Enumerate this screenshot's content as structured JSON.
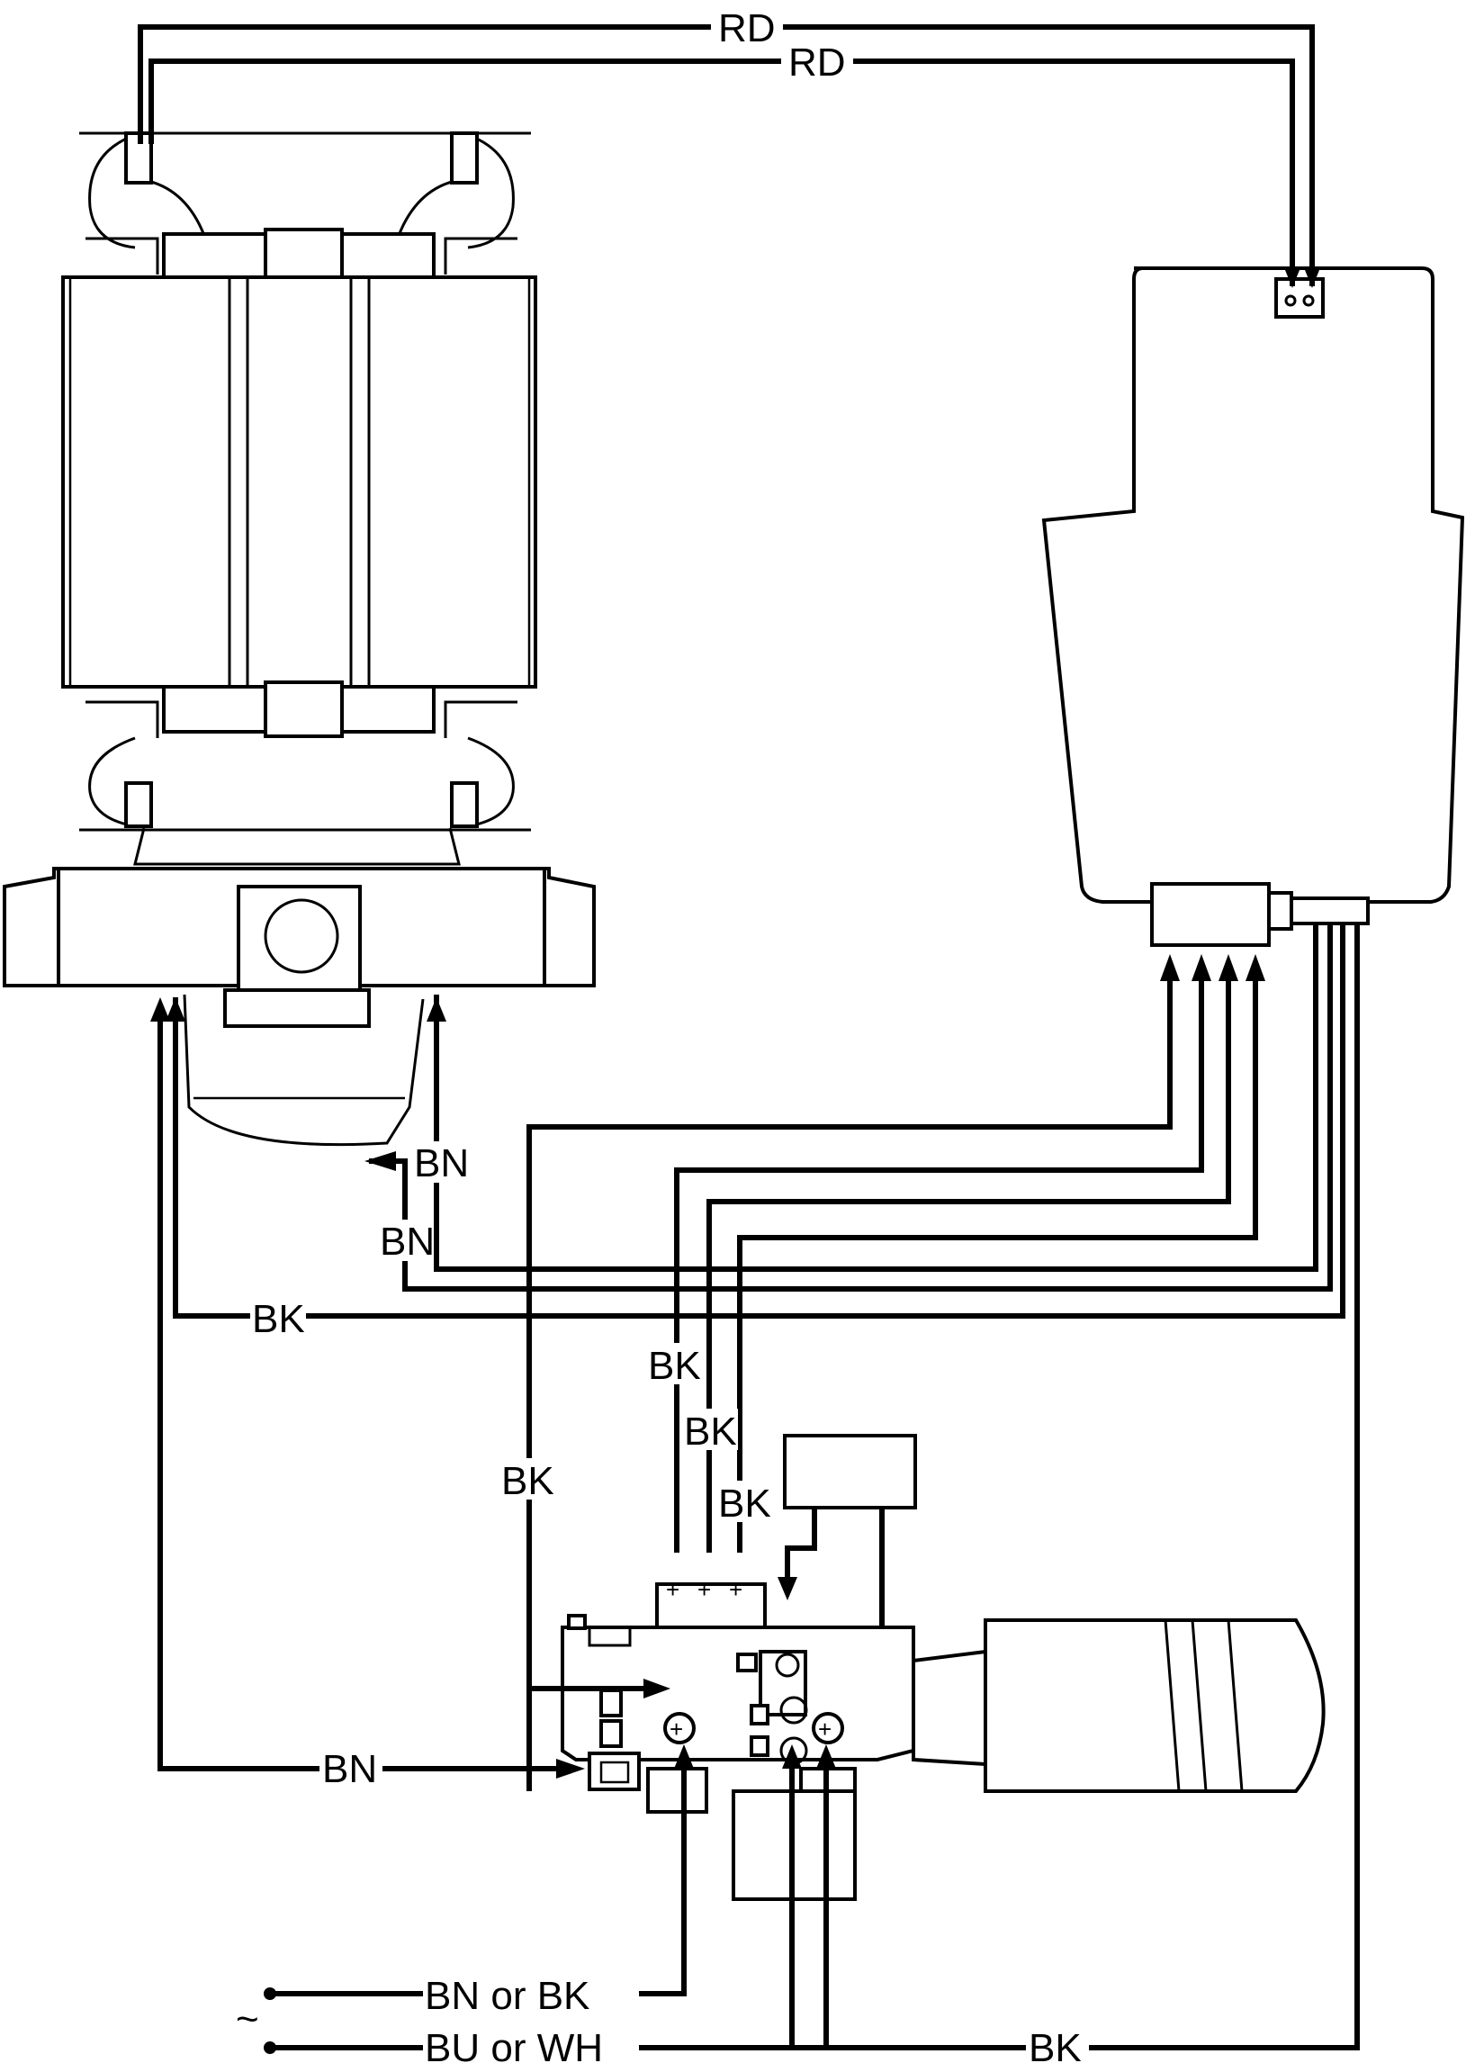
{
  "labels": {
    "rd_top": "RD",
    "rd_second": "RD",
    "bn_upper": "BN",
    "bn_lower": "BN",
    "bk_left": "BK",
    "bk_mid_1": "BK",
    "bk_mid_2": "BK",
    "bk_mid_3": "BK",
    "bk_vertical": "BK",
    "bn_bottom": "BN",
    "bk_bottom": "BK",
    "supply_1": "BN or BK",
    "supply_2": "BU or WH",
    "ac_symbol": "~"
  }
}
